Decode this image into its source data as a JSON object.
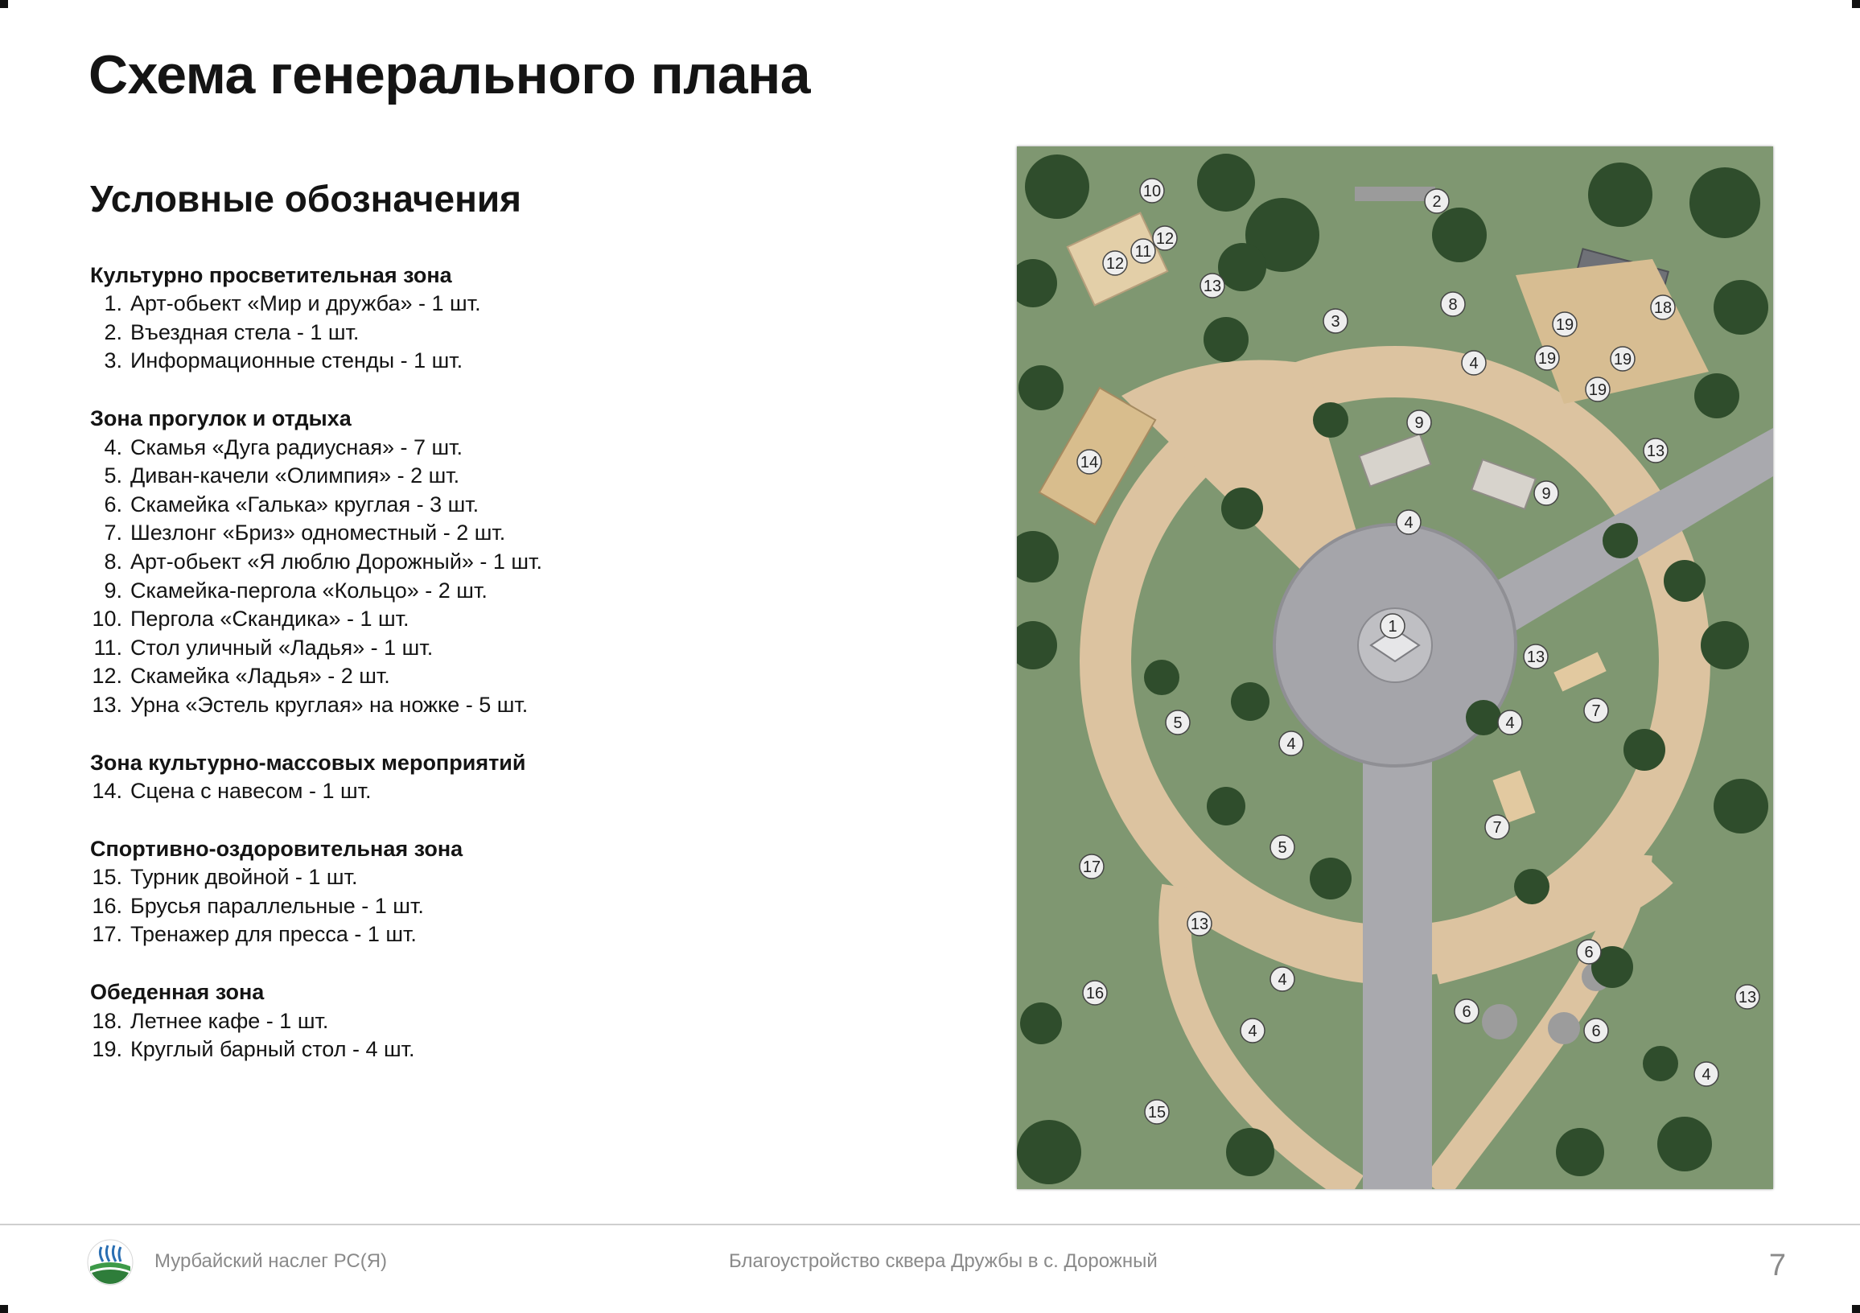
{
  "page": {
    "title": "Схема генерального плана",
    "number": "7"
  },
  "legend": {
    "title": "Условные обозначения",
    "zones": [
      {
        "title": "Культурно просветительная зона",
        "items": [
          {
            "num": "1.",
            "text": "Арт-обьект «Мир и дружба» - 1 шт."
          },
          {
            "num": "2.",
            "text": "Въездная стела - 1 шт."
          },
          {
            "num": "3.",
            "text": "Информационные стенды - 1 шт."
          }
        ]
      },
      {
        "title": "Зона прогулок и отдыха",
        "items": [
          {
            "num": "4.",
            "text": "Скамья «Дуга радиусная» - 7 шт."
          },
          {
            "num": "5.",
            "text": "Диван-качели «Олимпия» - 2 шт."
          },
          {
            "num": "6.",
            "text": "Скамейка «Галька» круглая - 3 шт."
          },
          {
            "num": "7.",
            "text": "Шезлонг «Бриз» одноместный - 2 шт."
          },
          {
            "num": "8.",
            "text": "Арт-обьект «Я люблю Дорожный» - 1 шт."
          },
          {
            "num": "9.",
            "text": "Скамейка-пергола «Кольцо» - 2 шт."
          },
          {
            "num": "10.",
            "text": "Пергола «Скандика» - 1 шт."
          },
          {
            "num": "11.",
            "text": "Стол уличный «Ладья» - 1 шт."
          },
          {
            "num": "12.",
            "text": "Скамейка «Ладья» - 2 шт."
          },
          {
            "num": "13.",
            "text": "Урна «Эстель круглая» на ножке - 5 шт."
          }
        ]
      },
      {
        "title": "Зона культурно-массовых мероприятий",
        "items": [
          {
            "num": "14.",
            "text": "Сцена с навесом - 1 шт."
          }
        ]
      },
      {
        "title": "Спортивно-оздоровительная зона",
        "items": [
          {
            "num": "15.",
            "text": "Турник двойной - 1 шт."
          },
          {
            "num": "16.",
            "text": "Брусья параллельные - 1 шт."
          },
          {
            "num": "17.",
            "text": "Тренажер для пресса - 1 шт."
          }
        ]
      },
      {
        "title": "Обеденная зона",
        "items": [
          {
            "num": "18.",
            "text": "Летнее кафе - 1 шт."
          },
          {
            "num": "19.",
            "text": "Круглый барный стол - 4 шт."
          }
        ]
      }
    ]
  },
  "plan": {
    "markers": [
      "1",
      "2",
      "3",
      "4",
      "4",
      "4",
      "4",
      "4",
      "4",
      "4",
      "5",
      "5",
      "6",
      "6",
      "6",
      "7",
      "7",
      "8",
      "9",
      "9",
      "10",
      "11",
      "12",
      "12",
      "13",
      "13",
      "13",
      "13",
      "13",
      "14",
      "15",
      "16",
      "17",
      "18",
      "19",
      "19",
      "19",
      "19"
    ]
  },
  "footer": {
    "organization": "Мурбайский наслег РС(Я)",
    "project": "Благоустройство сквера Дружбы в с. Дорожный"
  },
  "colors": {
    "grass": "#7f9771",
    "path": "#dcc3a0",
    "paving": "#a9a9ae",
    "tree": "#2f4d2c",
    "marker_fill": "#eeeeee",
    "muted_text": "#8a8a8a"
  }
}
